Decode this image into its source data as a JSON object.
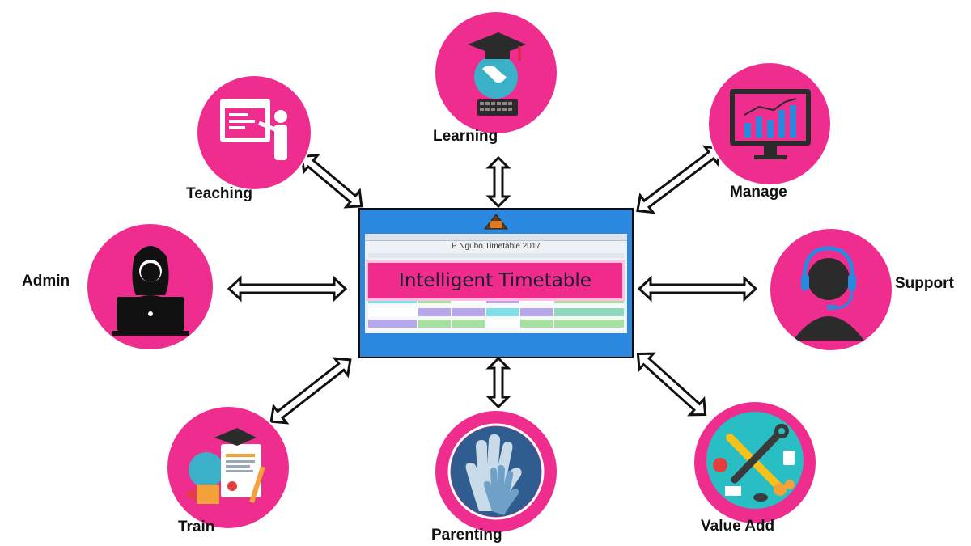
{
  "center": {
    "banner": "Intelligent Timetable",
    "screen_title": "P Ngubo Timetable 2017"
  },
  "nodes": {
    "learning": "Learning",
    "teaching": "Teaching",
    "manage": "Manage",
    "admin": "Admin",
    "support": "Support",
    "train": "Train",
    "parenting": "Parenting",
    "value_add": "Value Add"
  },
  "colors": {
    "circle": "#ee2d8f",
    "screen": "#2a88de",
    "banner": "#f02b8b",
    "arrow": "#111111"
  },
  "icons": {
    "learning": "graduation-globe-keyboard-icon",
    "teaching": "teacher-screen-icon",
    "manage": "bar-chart-monitor-icon",
    "admin": "woman-laptop-icon",
    "support": "headset-agent-icon",
    "train": "training-materials-icon",
    "parenting": "hands-icon",
    "value_add": "tools-gears-icon"
  }
}
